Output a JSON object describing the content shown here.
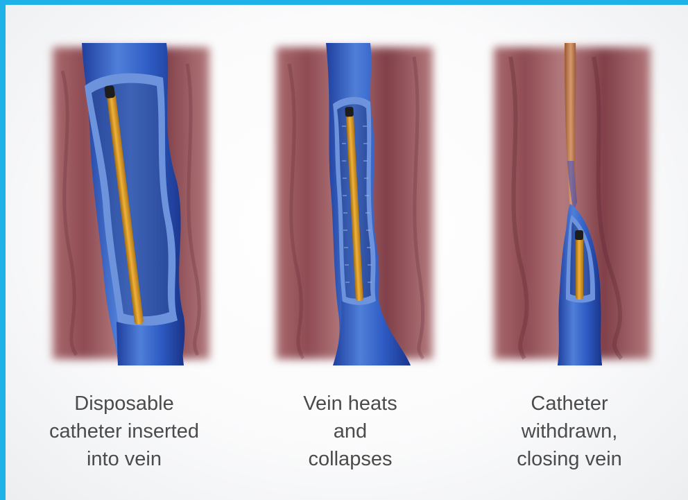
{
  "steps": [
    {
      "lines": [
        "Disposable",
        "catheter inserted",
        "into vein"
      ]
    },
    {
      "lines": [
        "Vein heats",
        "and",
        "collapses"
      ]
    },
    {
      "lines": [
        "Catheter",
        "withdrawn,",
        "closing vein"
      ]
    }
  ]
}
